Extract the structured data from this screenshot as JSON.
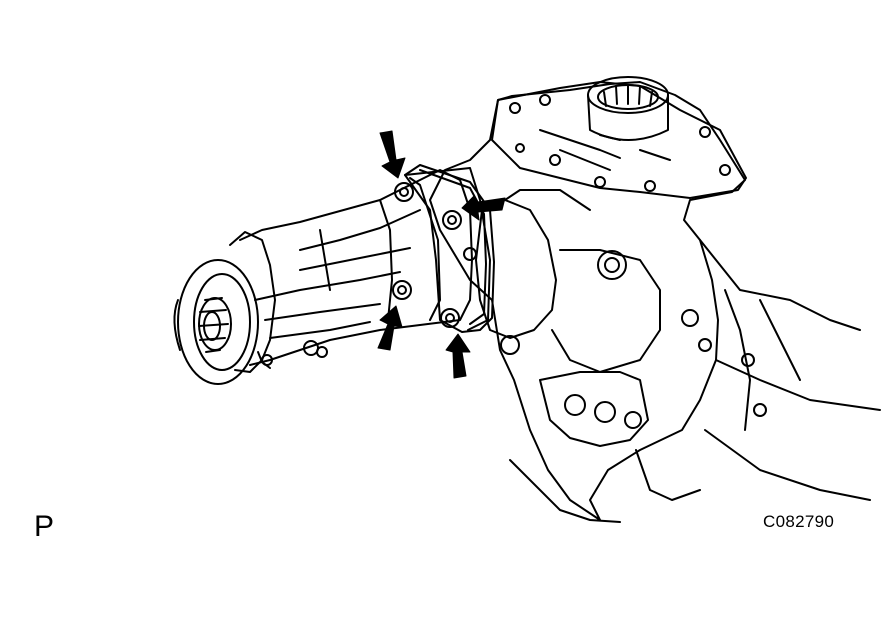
{
  "corner_label": "P",
  "figure_code": "C082790",
  "colors": {
    "ink": "#000000",
    "paper": "#ffffff"
  },
  "illustration": {
    "subject-icon": "differential-assembly-line-drawing",
    "marker-icon": "arrow-icon",
    "marker_count": 4
  }
}
